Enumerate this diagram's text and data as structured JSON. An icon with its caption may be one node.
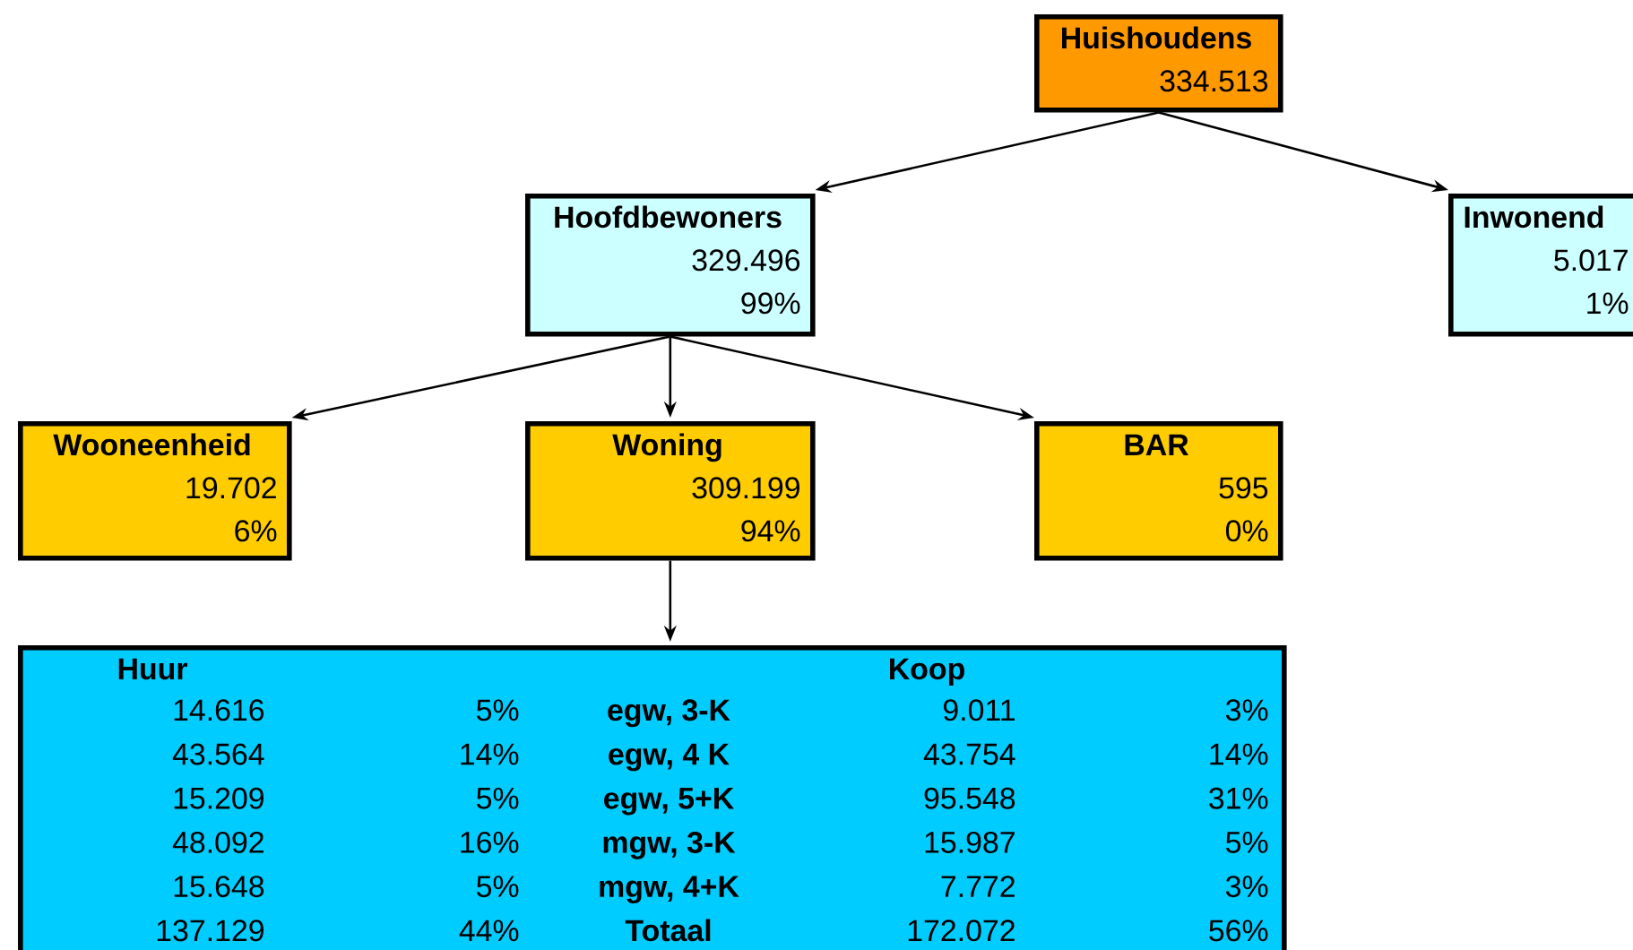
{
  "diagram": {
    "nodes": [
      {
        "text": [
          "Huishoudens",
          "334.513"
        ]
      },
      {
        "text": [
          "Hoofdbewoners",
          "329.496",
          "99%"
        ]
      },
      {
        "text": [
          "Inwonend",
          "5.017",
          "1%"
        ]
      },
      {
        "text": [
          "Wooneenheid",
          "19.702",
          "6%"
        ]
      },
      {
        "text": [
          "Woning",
          "309.199",
          "94%"
        ]
      },
      {
        "text": [
          "BAR",
          "595",
          "0%"
        ]
      },
      {
        "text": [
          "Huur",
          "Koop",
          "14.616",
          "5%",
          "egw, 3-K",
          "9.011",
          "3%",
          "43.564",
          "14%",
          "egw, 4 K",
          "43.754",
          "14%",
          "15.209",
          "5%",
          "egw, 5+K",
          "95.548",
          "31%",
          "48.092",
          "16%",
          "mgw, 3-K",
          "15.987",
          "5%",
          "15.648",
          "5%",
          "mgw, 4+K",
          "7.772",
          "3%",
          "137.129",
          "44%",
          "Totaal",
          "172.072",
          "56%"
        ]
      }
    ],
    "edges": [
      {
        "from": 0,
        "to": 1,
        "arrow": "to"
      },
      {
        "from": 0,
        "to": 2,
        "arrow": "to"
      },
      {
        "from": 1,
        "to": 3,
        "arrow": "to"
      },
      {
        "from": 1,
        "to": 4,
        "arrow": "to"
      },
      {
        "from": 1,
        "to": 5,
        "arrow": "to"
      },
      {
        "from": 4,
        "to": 6,
        "arrow": "to"
      }
    ]
  }
}
